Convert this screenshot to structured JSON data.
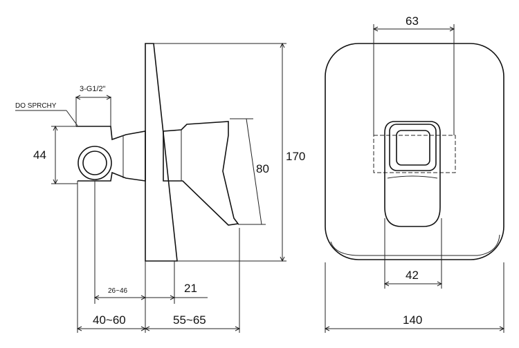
{
  "labels": {
    "outlet": "DO SPRCHY",
    "thread": "3-G1/2\"",
    "body_height": "44",
    "handle_depth": "80",
    "plate_height": "170",
    "cover_top_width": "63",
    "cover_bottom_width": "42",
    "plate_width": "140",
    "wall_range_small": "26~46",
    "wall_range_large": "40~60",
    "handle_offset": "21",
    "handle_projection": "55~65"
  },
  "colors": {
    "line": "#222222",
    "text": "#111111",
    "background": "#ffffff"
  }
}
